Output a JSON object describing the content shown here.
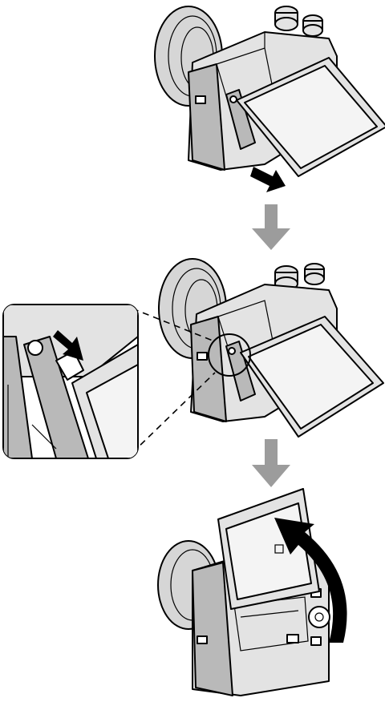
{
  "colors": {
    "body": "#e3e3e3",
    "body_dark": "#b9b9b9",
    "lens": "#d6d6d6",
    "screen": "#f4f4f4",
    "ink": "#000000",
    "step_arrow": "#9c9c9c",
    "motion_arrow": "#000000",
    "background": "#ffffff"
  },
  "steps": [
    {
      "id": "step-1",
      "action": "pull-screen-out"
    },
    {
      "id": "step-2",
      "action": "press-release-latch"
    },
    {
      "id": "step-3",
      "action": "flip-screen-up"
    }
  ],
  "icons": [
    "camera-icon",
    "lcd-monitor-icon",
    "release-latch-icon",
    "down-arrow-icon",
    "curved-arrow-icon",
    "magnifier-inset-icon"
  ]
}
